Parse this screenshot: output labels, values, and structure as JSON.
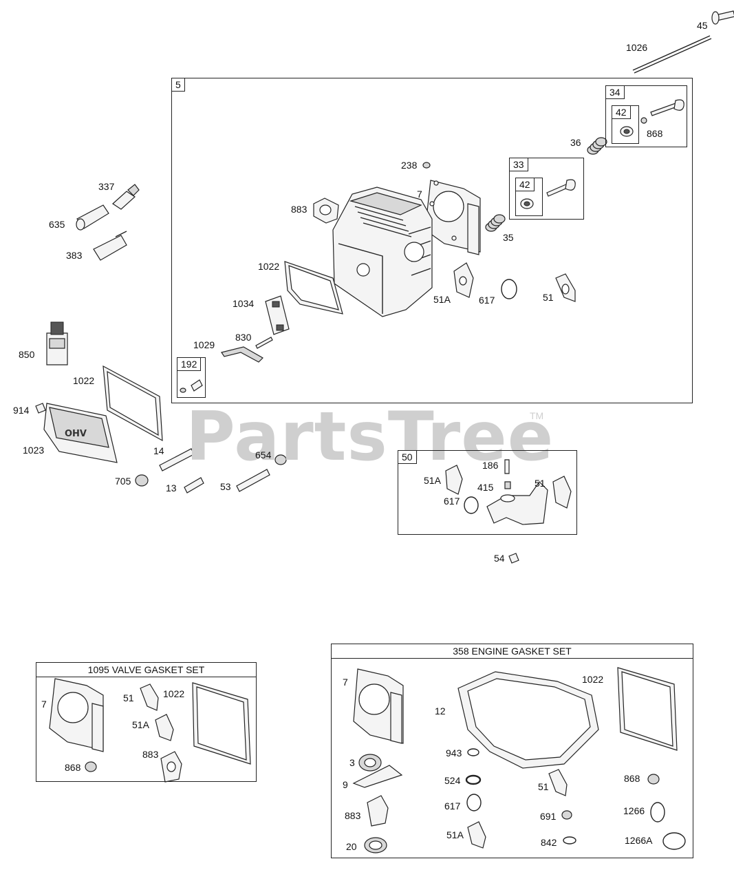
{
  "watermark": {
    "text": "PartsTree",
    "tm": "TM"
  },
  "assemblies": {
    "cylinder_head": "5",
    "exhaust_valve": "34",
    "exhaust_keeper": "42",
    "intake_valve": "33",
    "intake_keeper": "42",
    "breather": "192",
    "intake_manifold": "50"
  },
  "gasket_sets": {
    "valve": "1095 VALVE GASKET SET",
    "engine": "358 ENGINE GASKET SET"
  },
  "callouts": {
    "p45": "45",
    "p1026": "1026",
    "p868a": "868",
    "p36": "36",
    "p238": "238",
    "p7a": "7",
    "p35": "35",
    "p883a": "883",
    "p337": "337",
    "p635": "635",
    "p383": "383",
    "p1022a": "1022",
    "p1034": "1034",
    "p51Aa": "51A",
    "p617a": "617",
    "p51a": "51",
    "p830": "830",
    "p1029": "1029",
    "p850": "850",
    "p1022b": "1022",
    "p914": "914",
    "p1023": "1023",
    "p14": "14",
    "p654": "654",
    "p705": "705",
    "p13": "13",
    "p53": "53",
    "p186": "186",
    "p51Ab": "51A",
    "p415": "415",
    "p51b": "51",
    "p617b": "617",
    "p54": "54",
    "v7": "7",
    "v51": "51",
    "v1022": "1022",
    "v51A": "51A",
    "v883": "883",
    "v868": "868",
    "e7": "7",
    "e12": "12",
    "e1022": "1022",
    "e3": "3",
    "e943": "943",
    "e9": "9",
    "e524": "524",
    "e51": "51",
    "e868": "868",
    "e883": "883",
    "e617": "617",
    "e691": "691",
    "e1266": "1266",
    "e20": "20",
    "e51A": "51A",
    "e842": "842",
    "e1266A": "1266A"
  }
}
